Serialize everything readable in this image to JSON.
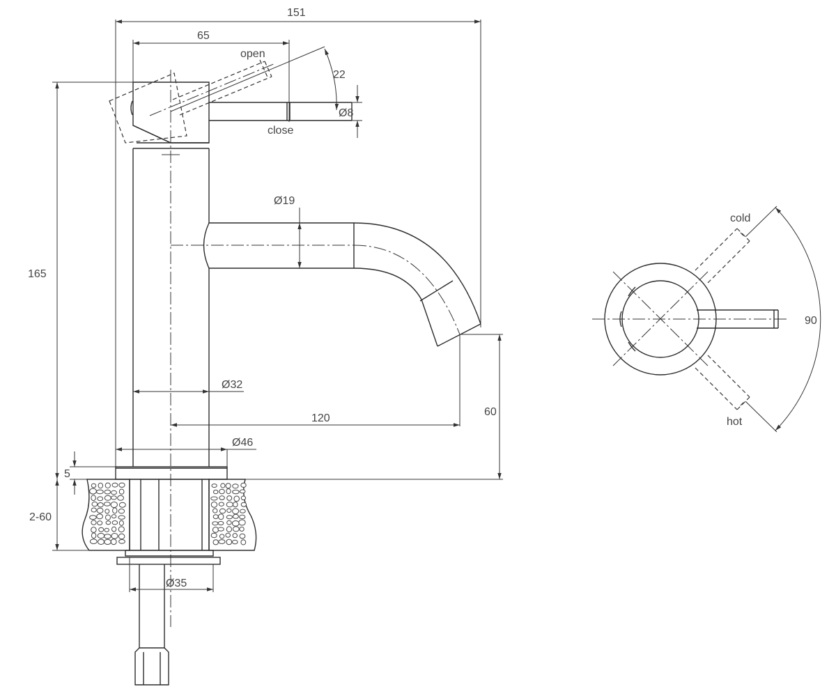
{
  "dimensions": {
    "overall_width": "151",
    "handle_length": "65",
    "open_label": "open",
    "close_label": "close",
    "handle_angle": "22",
    "handle_diameter": "Ø8",
    "total_height": "165",
    "spout_diameter": "Ø19",
    "body_diameter": "Ø32",
    "spout_reach": "120",
    "spout_height": "60",
    "base_diameter": "Ø46",
    "base_thickness": "5",
    "counter_thickness": "2-60",
    "shank_diameter": "Ø35"
  },
  "plan_view": {
    "cold_label": "cold",
    "hot_label": "hot",
    "rotation_angle": "90"
  }
}
